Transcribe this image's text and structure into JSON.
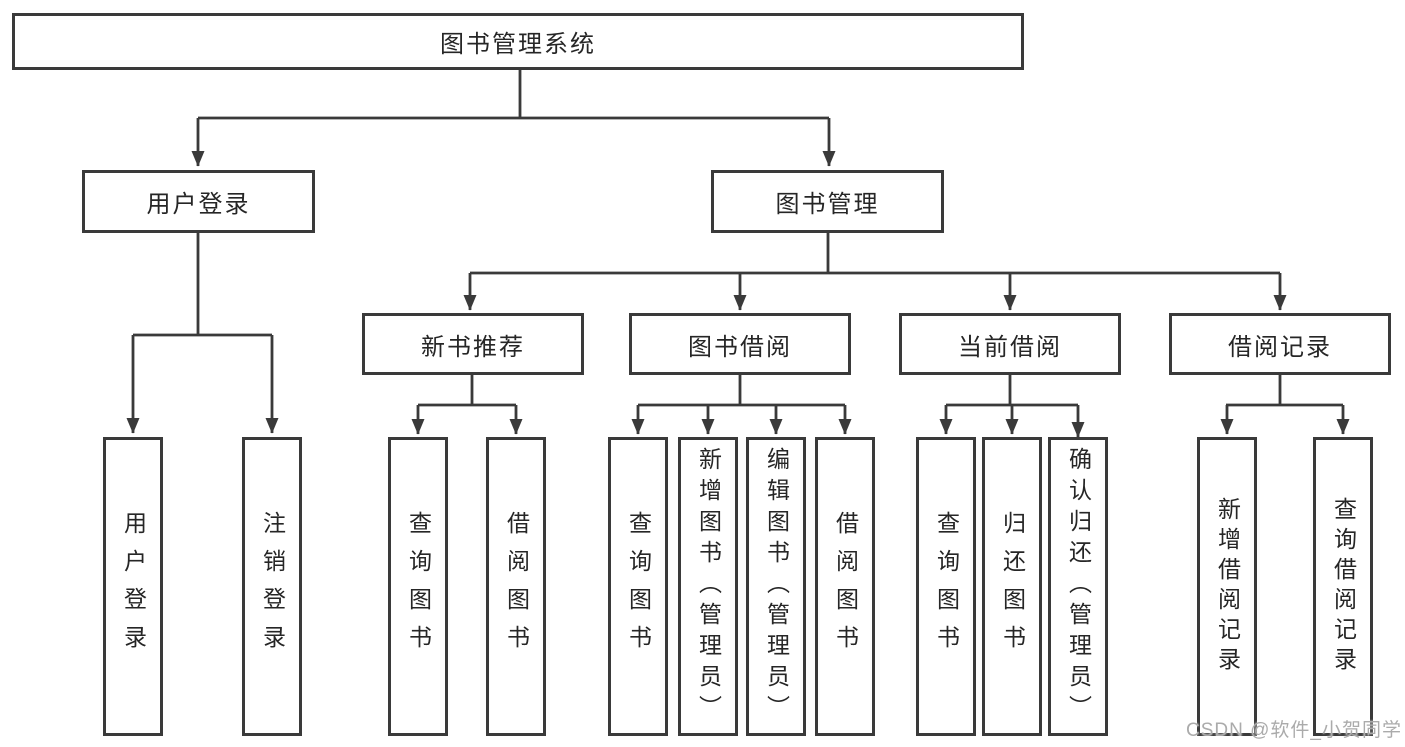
{
  "colors": {
    "line": "#3a3a3a",
    "node_border": "#3a3a3a",
    "text": "#262626",
    "background": "#ffffff",
    "watermark": "#ababab"
  },
  "watermark": {
    "text": "CSDN @软件_小贺同学"
  },
  "diagram": {
    "root": {
      "label": "图书管理系统",
      "children": [
        {
          "label": "用户登录",
          "children": [
            {
              "label": "用户登录"
            },
            {
              "label": "注销登录"
            }
          ]
        },
        {
          "label": "图书管理",
          "children": [
            {
              "label": "新书推荐",
              "children": [
                {
                  "label": "查询图书"
                },
                {
                  "label": "借阅图书"
                }
              ]
            },
            {
              "label": "图书借阅",
              "children": [
                {
                  "label": "查询图书"
                },
                {
                  "label": "新增图书（管理员）"
                },
                {
                  "label": "编辑图书（管理员）"
                },
                {
                  "label": "借阅图书"
                }
              ]
            },
            {
              "label": "当前借阅",
              "children": [
                {
                  "label": "查询图书"
                },
                {
                  "label": "归还图书"
                },
                {
                  "label": "确认归还（管理员）"
                }
              ]
            },
            {
              "label": "借阅记录",
              "children": [
                {
                  "label": "新增借阅记录"
                },
                {
                  "label": "查询借阅记录"
                }
              ]
            }
          ]
        }
      ]
    }
  }
}
